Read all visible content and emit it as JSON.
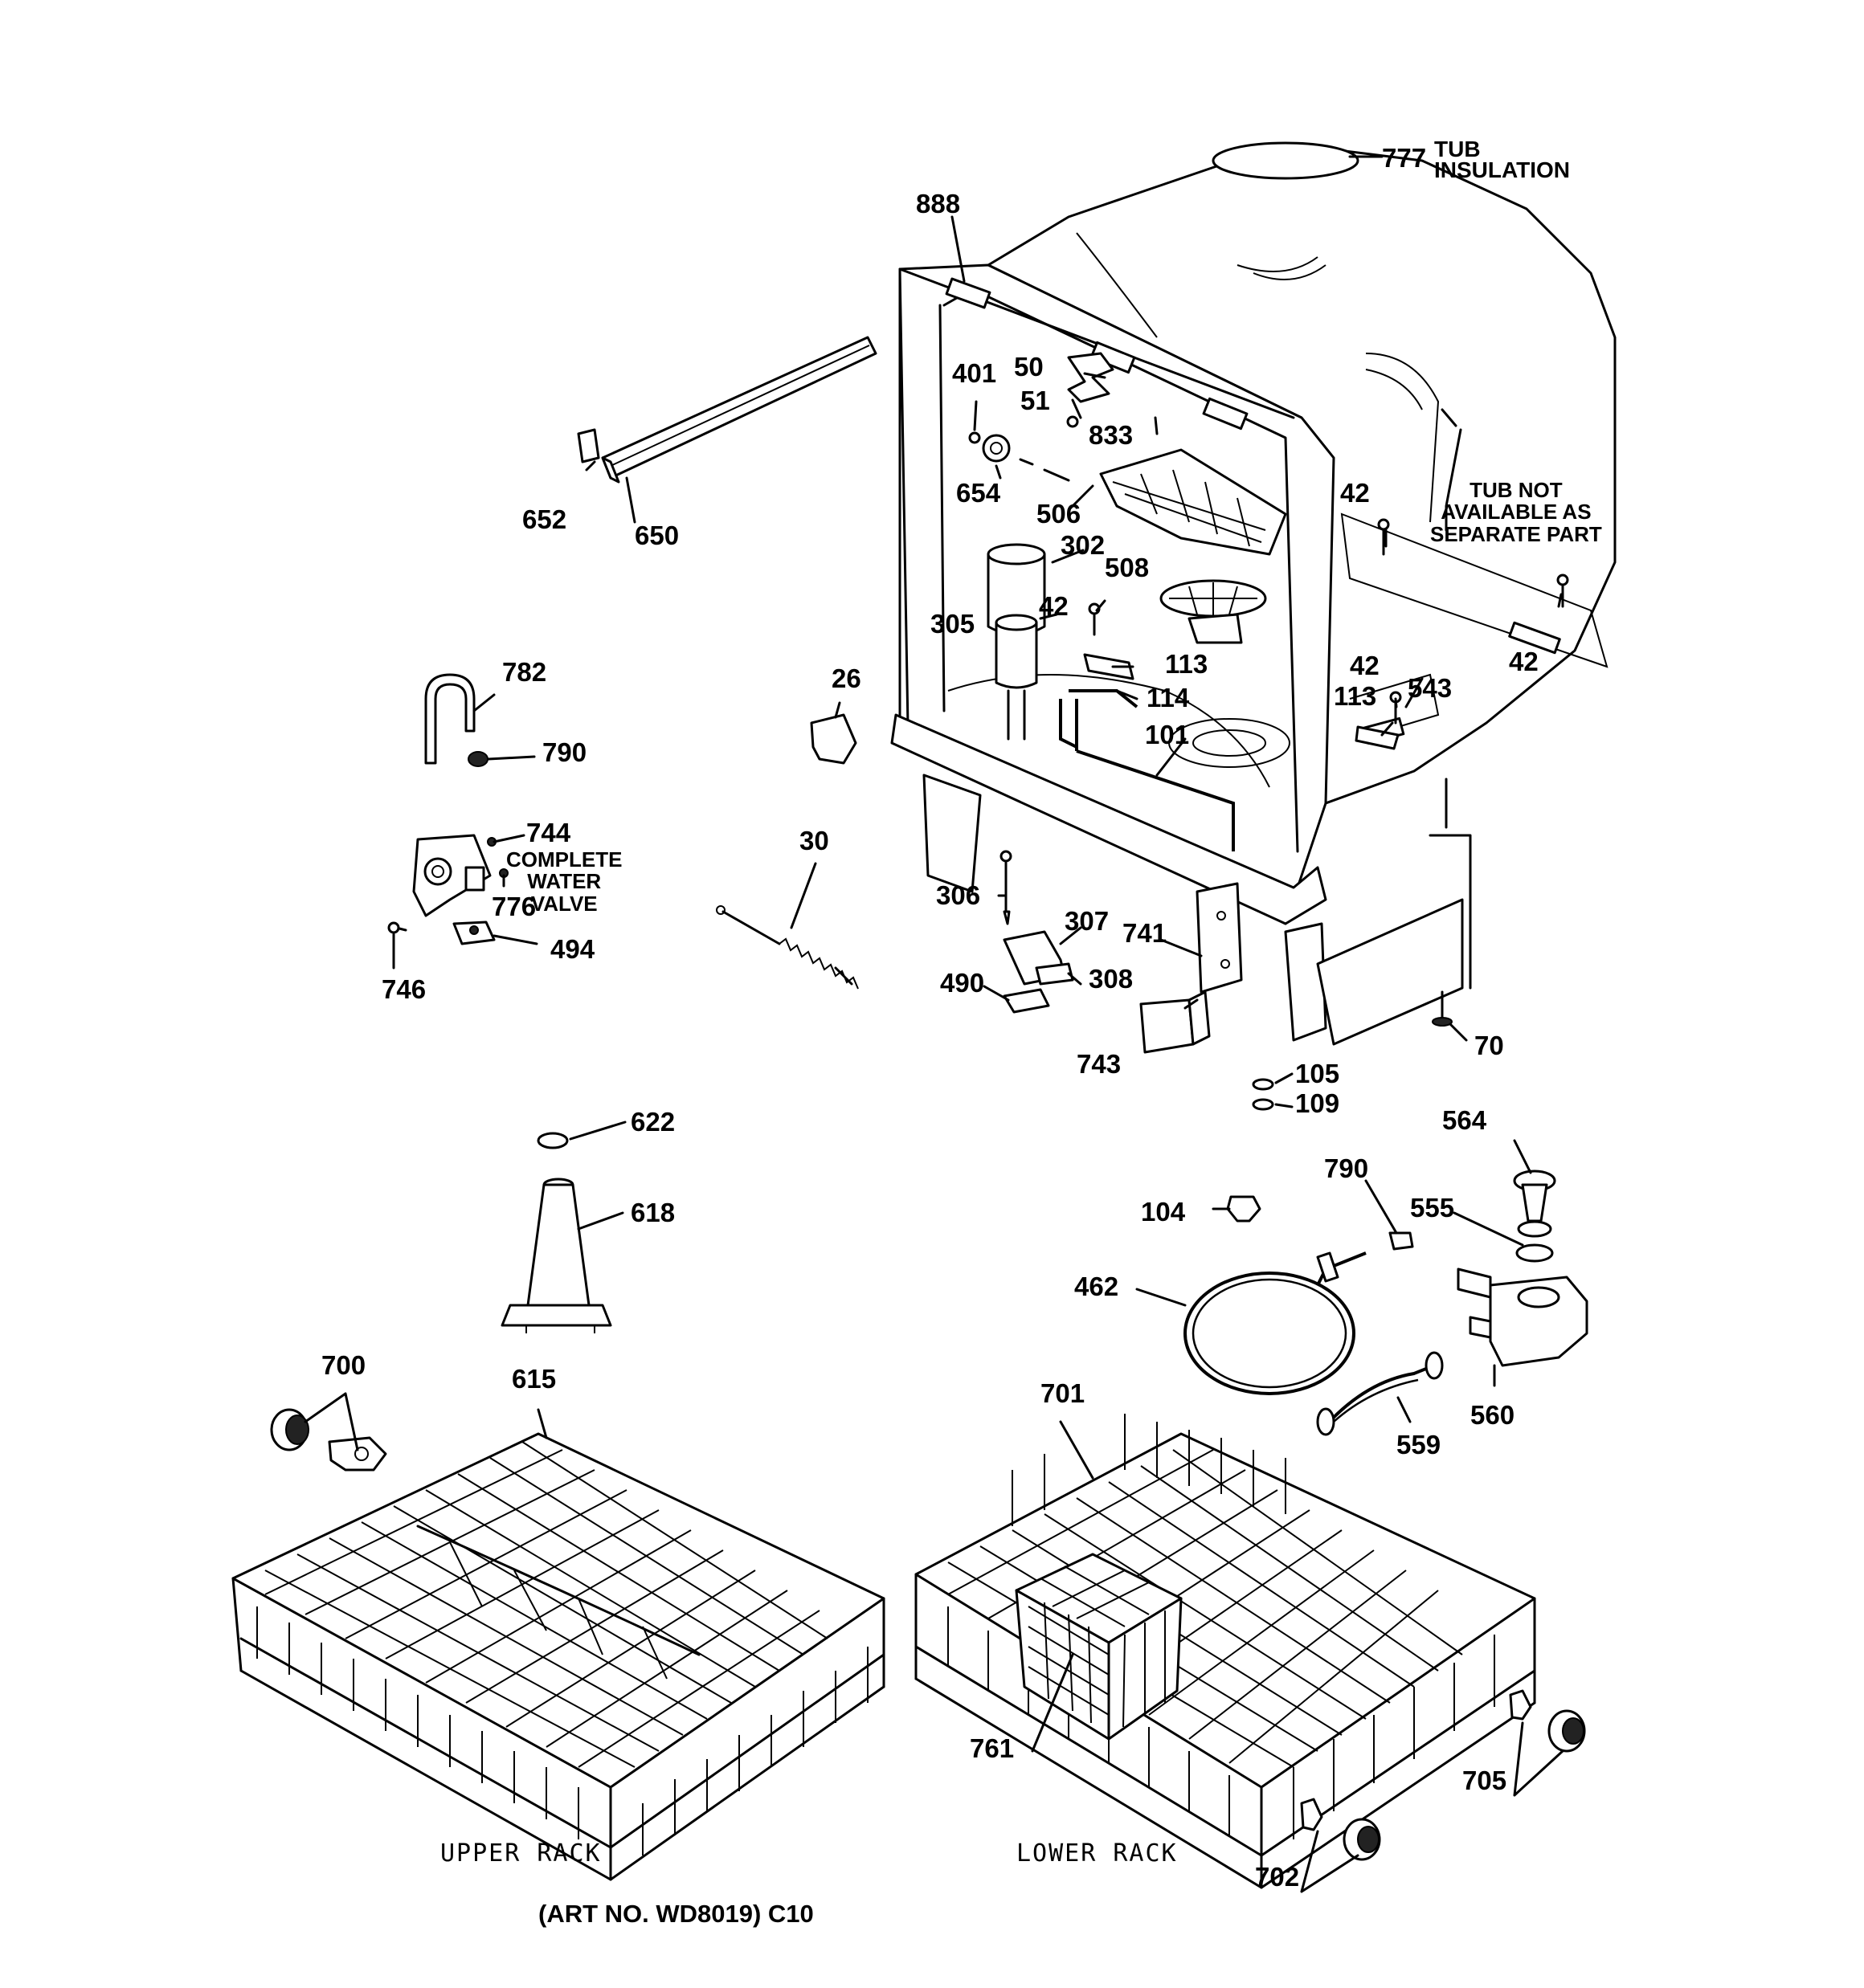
{
  "parts": [
    {
      "ref": "777",
      "name": "TUB INSULATION"
    },
    {
      "ref": "888"
    },
    {
      "ref": "50"
    },
    {
      "ref": "51"
    },
    {
      "ref": "401"
    },
    {
      "ref": "833"
    },
    {
      "ref": "654"
    },
    {
      "ref": "506"
    },
    {
      "ref": "302"
    },
    {
      "ref": "508"
    },
    {
      "ref": "305"
    },
    {
      "ref": "42"
    },
    {
      "ref": "113"
    },
    {
      "ref": "114"
    },
    {
      "ref": "101"
    },
    {
      "ref": "543"
    },
    {
      "ref": "652"
    },
    {
      "ref": "650"
    },
    {
      "ref": "782"
    },
    {
      "ref": "790"
    },
    {
      "ref": "744"
    },
    {
      "ref": "776"
    },
    {
      "ref": "494"
    },
    {
      "ref": "746"
    },
    {
      "ref": "26"
    },
    {
      "ref": "30"
    },
    {
      "ref": "306"
    },
    {
      "ref": "307"
    },
    {
      "ref": "741"
    },
    {
      "ref": "308"
    },
    {
      "ref": "490"
    },
    {
      "ref": "743"
    },
    {
      "ref": "70"
    },
    {
      "ref": "105"
    },
    {
      "ref": "109"
    },
    {
      "ref": "564"
    },
    {
      "ref": "555"
    },
    {
      "ref": "104"
    },
    {
      "ref": "462"
    },
    {
      "ref": "560"
    },
    {
      "ref": "559"
    },
    {
      "ref": "622"
    },
    {
      "ref": "618"
    },
    {
      "ref": "700"
    },
    {
      "ref": "615"
    },
    {
      "ref": "701"
    },
    {
      "ref": "761"
    },
    {
      "ref": "705"
    },
    {
      "ref": "702"
    }
  ],
  "labels": {
    "l777": "777",
    "tub_insulation_1": "TUB",
    "tub_insulation_2": "INSULATION",
    "l888": "888",
    "l50": "50",
    "l51": "51",
    "l401": "401",
    "l833": "833",
    "l654": "654",
    "l506": "506",
    "l302": "302",
    "l508": "508",
    "l305": "305",
    "l42a": "42",
    "l42b": "42",
    "l42c": "42",
    "l42d": "42",
    "l113a": "113",
    "l113b": "113",
    "l114": "114",
    "l101": "101",
    "l543": "543",
    "l652": "652",
    "l650": "650",
    "l782": "782",
    "l790a": "790",
    "l744": "744",
    "l776": "776",
    "l494": "494",
    "l746": "746",
    "l26": "26",
    "l30": "30",
    "l306": "306",
    "l307": "307",
    "l741": "741",
    "l308": "308",
    "l490": "490",
    "l743": "743",
    "l70": "70",
    "l105": "105",
    "l109": "109",
    "l564": "564",
    "l790b": "790",
    "l555": "555",
    "l104": "104",
    "l462": "462",
    "l560": "560",
    "l559": "559",
    "l622": "622",
    "l618": "618",
    "l700": "700",
    "l615": "615",
    "l701": "701",
    "l761": "761",
    "l705": "705",
    "l702": "702"
  },
  "notes": {
    "tub_not_1": "TUB NOT",
    "tub_not_2": "AVAILABLE AS",
    "tub_not_3": "SEPARATE PART",
    "valve_1": "COMPLETE",
    "valve_2": "WATER",
    "valve_3": "VALVE"
  },
  "rack_labels": {
    "upper": "UPPER RACK",
    "lower": "LOWER RACK"
  },
  "caption": "(ART NO. WD8019) C10"
}
